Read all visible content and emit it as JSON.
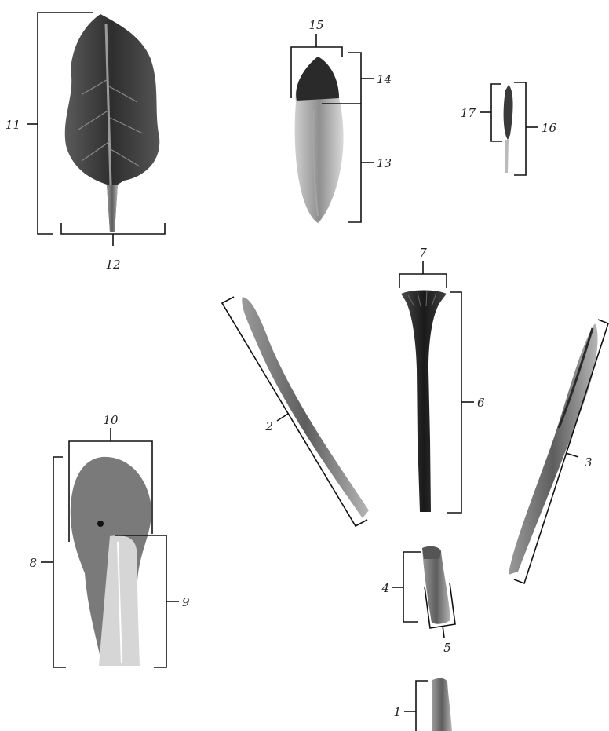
{
  "labels": {
    "l1": "1",
    "l2": "2",
    "l3": "3",
    "l4": "4",
    "l5": "5",
    "l6": "6",
    "l7": "7",
    "l8": "8",
    "l9": "9",
    "l10": "10",
    "l11": "11",
    "l12": "12",
    "l13": "13",
    "l14": "14",
    "l15": "15",
    "l16": "16",
    "l17": "17"
  },
  "colors": {
    "leaf_dark": "#3a3a3a",
    "leaf_mid": "#6e6e6e",
    "leaf_light": "#b8b8b8",
    "bracket": "#111111",
    "label_text": "#222222"
  }
}
